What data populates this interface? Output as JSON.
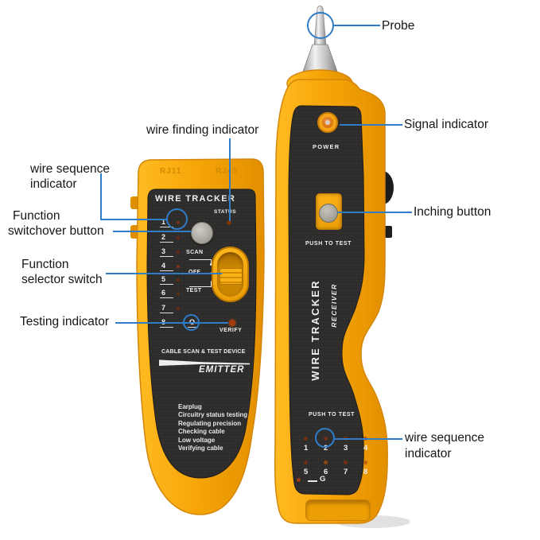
{
  "colors": {
    "annotation_blue": "#2F7CC9",
    "body_yellow": "#F5A50C",
    "panel_black": "#2E2D2B",
    "led_orange": "#C1560F",
    "metal_silver": "#C9C9C9"
  },
  "annotations": {
    "probe": {
      "label": "Probe"
    },
    "signal_indicator": {
      "label": "Signal indicator"
    },
    "inching_button": {
      "label": "Inching button"
    },
    "wire_finding_indicator": {
      "label": "wire finding indicator"
    },
    "wire_sequence_indicator_left": {
      "line1": "wire sequence",
      "line2": "indicator"
    },
    "function_switchover_button": {
      "line1": "Function",
      "line2": "switchover button"
    },
    "function_selector_switch": {
      "line1": "Function",
      "line2": "selector switch"
    },
    "testing_indicator": {
      "label": "Testing indicator"
    },
    "wire_sequence_indicator_right": {
      "line1": "wire sequence",
      "line2": "indicator"
    }
  },
  "emitter": {
    "port_labels": {
      "rj11": "RJ11",
      "rj45": "RJ45"
    },
    "title": "WIRE TRACKER",
    "status_label": "STATUS",
    "channels": [
      "1",
      "2",
      "3",
      "4",
      "5",
      "6",
      "7",
      "8"
    ],
    "channel8_extra": "O",
    "switch": {
      "scan": "SCAN",
      "off": "OFF",
      "test": "TEST"
    },
    "verify_label": "VERIFY",
    "device_line": "CABLE SCAN & TEST DEVICE",
    "name": "EMITTER",
    "features": [
      "Earplug",
      "Circuitry status testing",
      "Regulating precision",
      "Checking cable",
      "Low voltage",
      "Verifying cable"
    ]
  },
  "receiver": {
    "power_label": "POWER",
    "push_to_test_top": "PUSH TO TEST",
    "title_vertical": "WIRE  TRACKER",
    "subtitle_vertical": "RECEIVER",
    "push_to_test_bottom": "PUSH TO TEST",
    "pin_row1": [
      "1",
      "2",
      "3",
      "4"
    ],
    "pin_row2": [
      "5",
      "6",
      "7",
      "8"
    ],
    "ground_label": "G"
  }
}
